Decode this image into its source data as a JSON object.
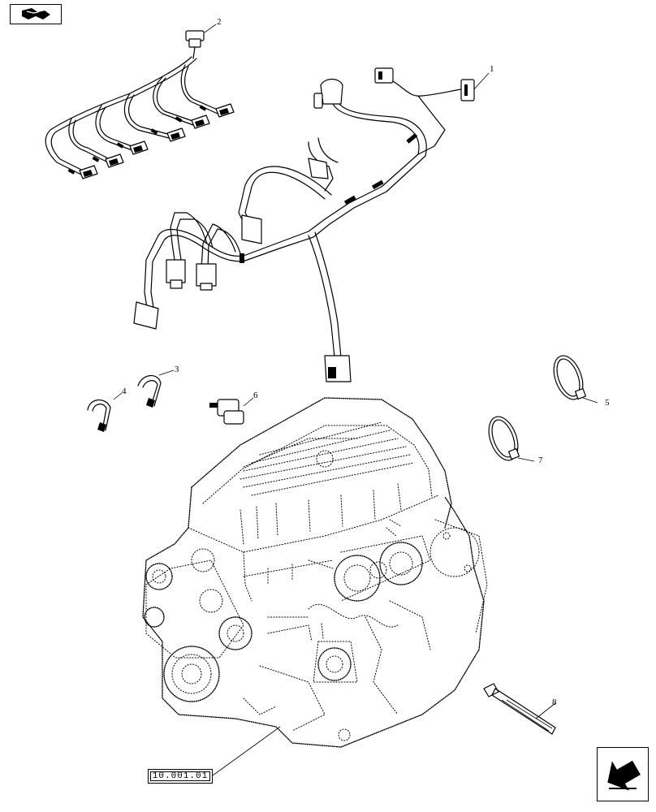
{
  "diagram": {
    "reference_code": "10.001.01",
    "callouts": [
      {
        "id": "1",
        "label": "1"
      },
      {
        "id": "2",
        "label": "2"
      },
      {
        "id": "3",
        "label": "3"
      },
      {
        "id": "4",
        "label": "4"
      },
      {
        "id": "5",
        "label": "5"
      },
      {
        "id": "6",
        "label": "6"
      },
      {
        "id": "7",
        "label": "7"
      },
      {
        "id": "8",
        "label": "8"
      }
    ]
  },
  "icons": {
    "top_left": "book-link-icon",
    "bottom_right": "next-page-arrow-icon"
  }
}
